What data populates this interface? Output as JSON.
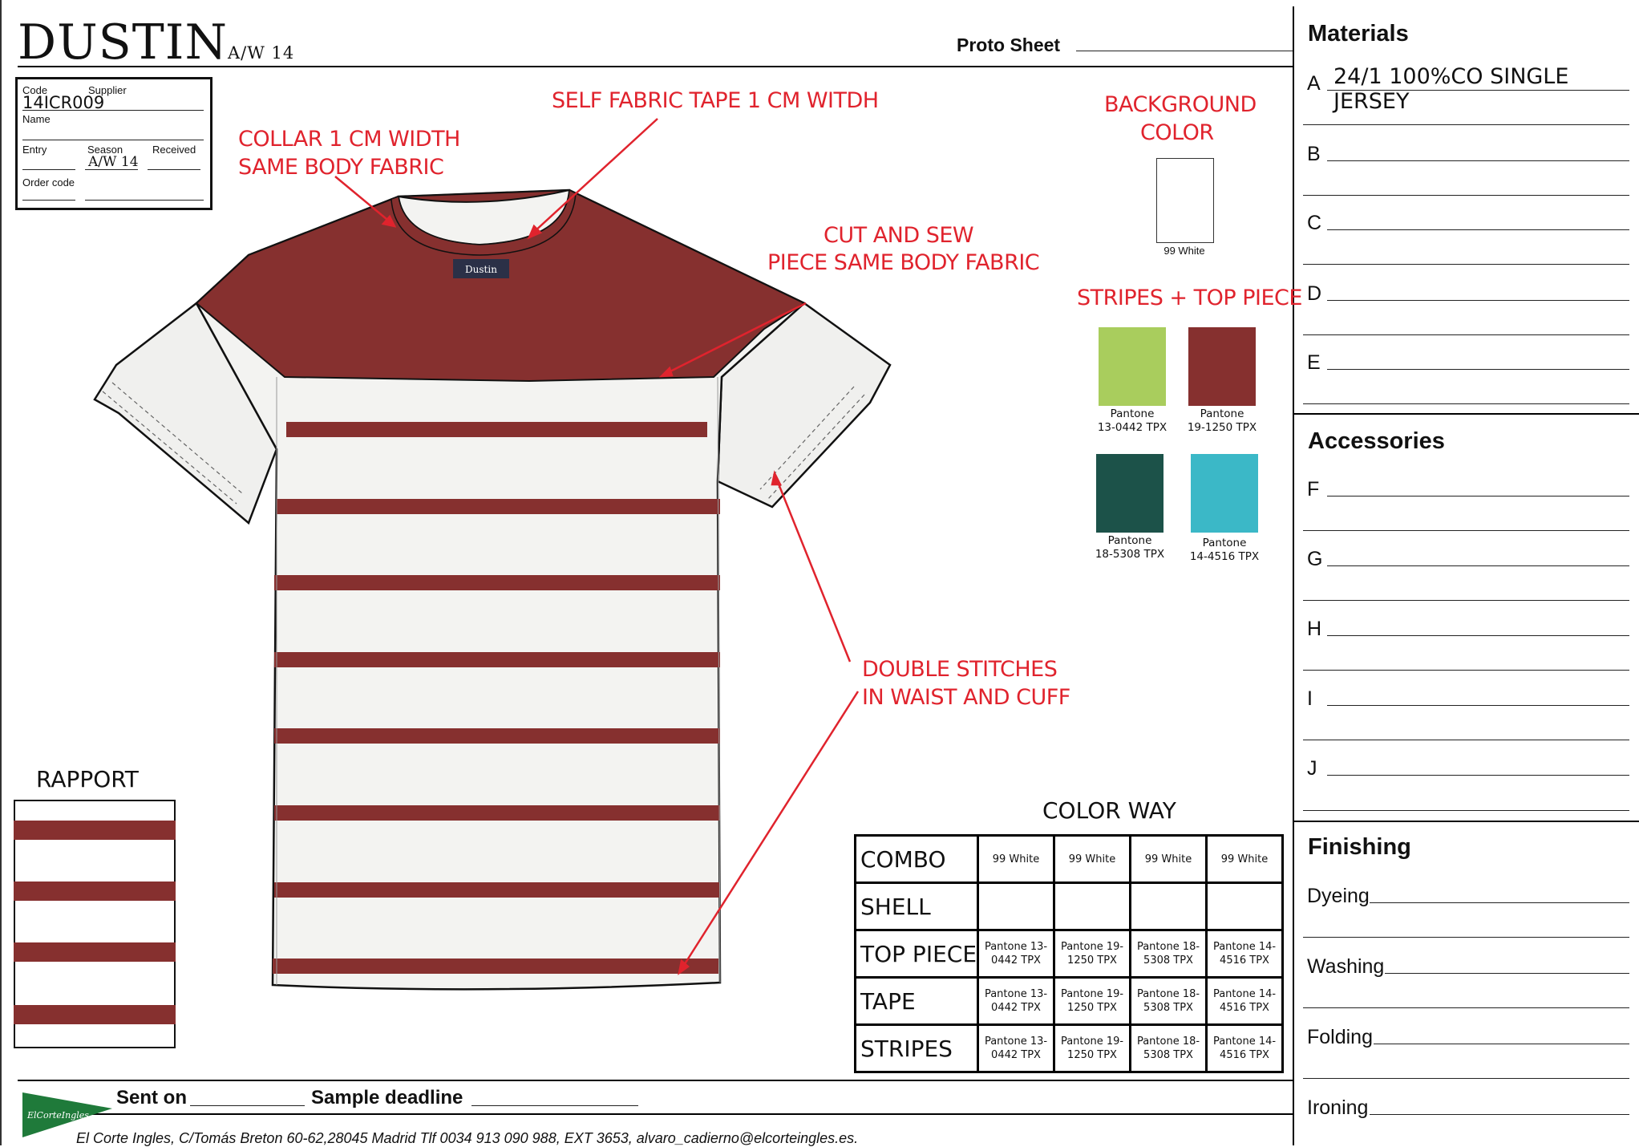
{
  "brand": {
    "name": "DUSTIN",
    "season": "A/W 14"
  },
  "proto_sheet": {
    "label": "Proto Sheet",
    "value": ""
  },
  "info_box": {
    "code_label": "Code",
    "supplier_label": "Supplier",
    "code_value": "14ICR009",
    "name_label": "Name",
    "entry_label": "Entry",
    "season_label": "Season",
    "season_value": "A/W 14",
    "received_label": "Received",
    "order_code_label": "Order code"
  },
  "annotations": {
    "self_fabric_tape": "SELF FABRIC TAPE 1 CM WITDH",
    "collar_line1": "COLLAR 1 CM WIDTH",
    "collar_line2": "SAME BODY FABRIC",
    "cut_sew_line1": "CUT AND SEW",
    "cut_sew_line2": "PIECE SAME BODY FABRIC",
    "double_line1": "DOUBLE STITCHES",
    "double_line2": "IN WAIST AND CUFF",
    "label_tag": "Dustin"
  },
  "background_color": {
    "title_line1": "BACKGROUND",
    "title_line2": "COLOR",
    "swatch_label": "99 White",
    "swatch_color": "#ffffff"
  },
  "stripes_top_piece": {
    "title": "STRIPES + TOP PIECE",
    "swatches": [
      {
        "line1": "Pantone",
        "line2": "13-0442 TPX",
        "color": "#a9cd5d"
      },
      {
        "line1": "Pantone",
        "line2": "19-1250 TPX",
        "color": "#86302f"
      },
      {
        "line1": "Pantone",
        "line2": "18-5308 TPX",
        "color": "#1c5249"
      },
      {
        "line1": "Pantone",
        "line2": "14-4516 TPX",
        "color": "#3bb8c7"
      }
    ]
  },
  "rapport": {
    "title": "RAPPORT"
  },
  "color_way": {
    "title": "COLOR WAY",
    "rows": [
      {
        "label": "COMBO",
        "cells": [
          "99 White",
          "99 White",
          "99 White",
          "99 White"
        ]
      },
      {
        "label": "SHELL",
        "cells": [
          "",
          "",
          "",
          ""
        ]
      },
      {
        "label": "TOP PIECE",
        "cells": [
          "Pantone 13-0442 TPX",
          "Pantone 19-1250 TPX",
          "Pantone 18-5308 TPX",
          "Pantone 14-4516 TPX"
        ]
      },
      {
        "label": "TAPE",
        "cells": [
          "Pantone 13-0442 TPX",
          "Pantone 19-1250 TPX",
          "Pantone 18-5308 TPX",
          "Pantone 14-4516 TPX"
        ]
      },
      {
        "label": "STRIPES",
        "cells": [
          "Pantone 13-0442 TPX",
          "Pantone 19-1250 TPX",
          "Pantone 18-5308 TPX",
          "Pantone 14-4516 TPX"
        ]
      }
    ]
  },
  "materials": {
    "title": "Materials",
    "items": [
      {
        "letter": "A",
        "value": "24/1 100%CO  SINGLE JERSEY"
      },
      {
        "letter": "B",
        "value": ""
      },
      {
        "letter": "C",
        "value": ""
      },
      {
        "letter": "D",
        "value": ""
      },
      {
        "letter": "E",
        "value": ""
      }
    ]
  },
  "accessories": {
    "title": "Accessories",
    "items": [
      {
        "letter": "F"
      },
      {
        "letter": "G"
      },
      {
        "letter": "H"
      },
      {
        "letter": "I"
      },
      {
        "letter": "J"
      }
    ]
  },
  "finishing": {
    "title": "Finishing",
    "items": [
      {
        "label": "Dyeing"
      },
      {
        "label": "Washing"
      },
      {
        "label": "Folding"
      },
      {
        "label": "Ironing"
      }
    ]
  },
  "footer": {
    "sent_on": "Sent on",
    "sample_deadline": "Sample deadline",
    "logo_text": "ElCorteIngles",
    "address": "El Corte Ingles, C/Tomás Breton 60-62,28045 Madrid Tlf 0034 913 090 988, EXT 3653, alvaro_cadierno@elcorteingles.es."
  },
  "colors": {
    "garment_red": "#86302f",
    "annotation_red": "#e0232d",
    "logo_green": "#1f7a3a"
  }
}
